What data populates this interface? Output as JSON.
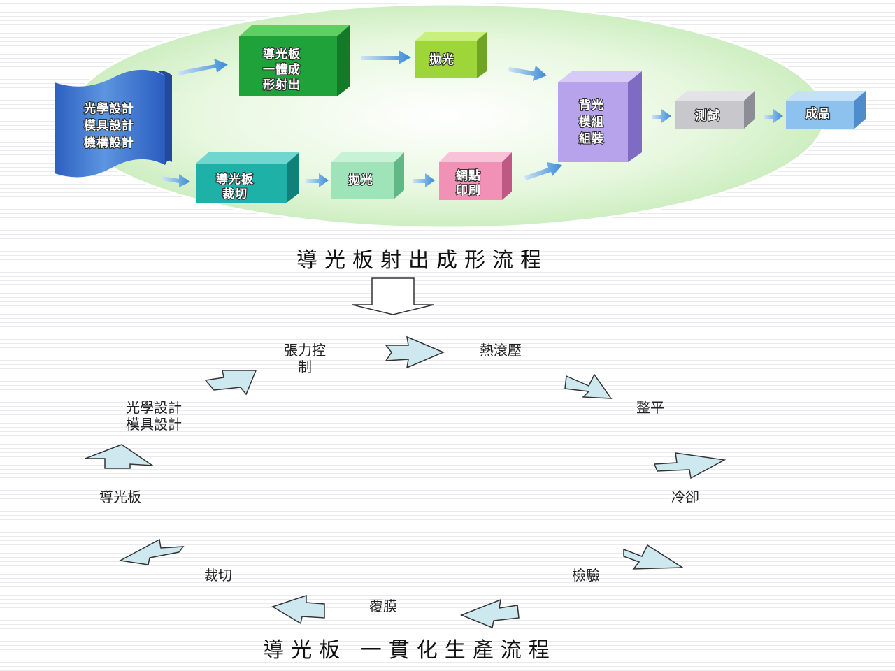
{
  "top_flow": {
    "start": [
      "光學設計",
      "模具設計",
      "機構設計"
    ],
    "upper_branch": {
      "box1": [
        "導光板",
        "一體成",
        "形射出"
      ],
      "box2": [
        "拋光"
      ]
    },
    "lower_branch": {
      "box1": [
        "導光板",
        "裁切"
      ],
      "box2": [
        "拋光"
      ],
      "box3": [
        "網點",
        "印刷"
      ]
    },
    "merge": [
      "背光",
      "模組",
      "組裝"
    ],
    "test": [
      "測試"
    ],
    "product": [
      "成品"
    ],
    "caption": "導光板射出成形流程"
  },
  "cycle": {
    "steps": {
      "tension": [
        "張力控",
        "制"
      ],
      "hot_roll": [
        "熱滾壓"
      ],
      "flatten": [
        "整平"
      ],
      "cool": [
        "冷卻"
      ],
      "inspect": [
        "檢驗"
      ],
      "film": [
        "覆膜"
      ],
      "cut": [
        "裁切"
      ],
      "lgp": [
        "導光板"
      ],
      "design": [
        "光學設計",
        "模具設計"
      ]
    },
    "caption": "導光板 一貫化生產流程"
  },
  "colors": {
    "green_dark": "#1fa23a",
    "green_light": "#9ed63a",
    "teal": "#1eb1a8",
    "mint": "#9ee4b8",
    "pink": "#f291b6",
    "lavender": "#b7a3ec",
    "gray": "#c8c8cc",
    "blue": "#8ec2ee",
    "scroll": "#3a74cf",
    "arrow": "#cde9ef",
    "ellipse": "#d6f1cc"
  }
}
